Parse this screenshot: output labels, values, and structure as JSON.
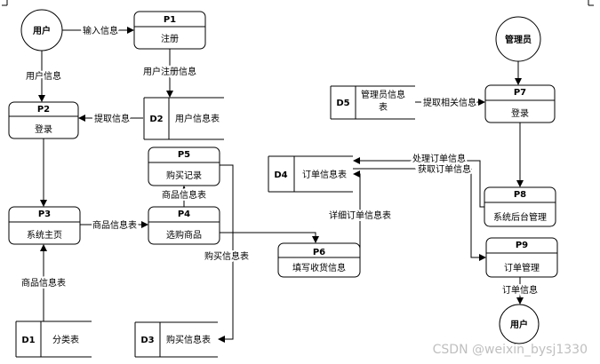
{
  "entities": {
    "user_top": "用户",
    "admin": "管理员",
    "user_bottom": "用户"
  },
  "processes": {
    "p1": {
      "id": "P1",
      "name": "注册"
    },
    "p2": {
      "id": "P2",
      "name": "登录"
    },
    "p3": {
      "id": "P3",
      "name": "系统主页"
    },
    "p4": {
      "id": "P4",
      "name": "选购商品"
    },
    "p5": {
      "id": "P5",
      "name": "购买记录"
    },
    "p6": {
      "id": "P6",
      "name": "填写收货信息"
    },
    "p7": {
      "id": "P7",
      "name": "登录"
    },
    "p8": {
      "id": "P8",
      "name": "系统后台管理"
    },
    "p9": {
      "id": "P9",
      "name": "订单管理"
    }
  },
  "stores": {
    "d1": {
      "id": "D1",
      "name": "分类表"
    },
    "d2": {
      "id": "D2",
      "name": "用户信息表"
    },
    "d3": {
      "id": "D3",
      "name": "购买信息表"
    },
    "d4": {
      "id": "D4",
      "name": "订单信息表"
    },
    "d5": {
      "id": "D5",
      "name_line1": "管理员信息",
      "name_line2": "表"
    }
  },
  "flows": {
    "input_info": "输入信息",
    "user_reg_info": "用户注册信息",
    "user_info": "用户信息",
    "fetch_info": "提取信息",
    "goods_info_p3_p4": "商品信息表",
    "goods_info_p4_p5": "商品信息表",
    "goods_info_d1": "商品信息表",
    "purchase_info": "购买信息表",
    "detail_order": "详细订单信息表",
    "process_order": "处理订单信息",
    "get_order": "获取订单信息",
    "fetch_related": "提取相关信息",
    "order_info": "订单信息"
  },
  "watermark": "CSDN @weixin_bysj1330"
}
